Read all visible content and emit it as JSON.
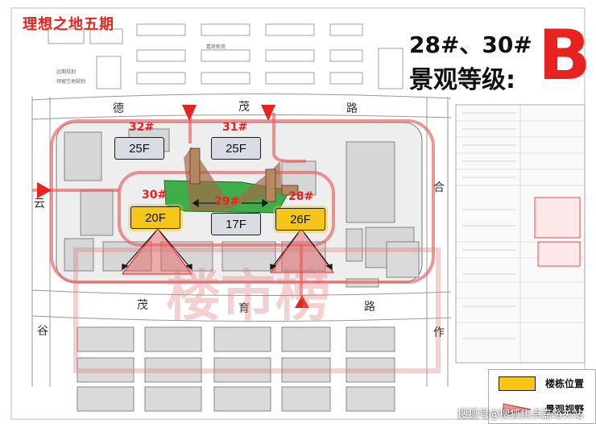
{
  "title": "理想之地五期",
  "heading": {
    "line1": "28#、30#",
    "line2": "景观等级:",
    "grade": "B"
  },
  "streets": {
    "north_top": "嘉荷新苑",
    "north_road": [
      "德",
      "茂",
      "路"
    ],
    "south_road": [
      "茂",
      "育",
      "路"
    ],
    "west_road": [
      "云",
      "谷"
    ],
    "east_road": [
      "合",
      "作"
    ]
  },
  "map_notes": [
    "远期规划",
    "预留空地规划"
  ],
  "buildings": [
    {
      "number": "32#",
      "floors": "25F",
      "highlight": false
    },
    {
      "number": "31#",
      "floors": "25F",
      "highlight": false
    },
    {
      "number": "30#",
      "floors": "20F",
      "highlight": true
    },
    {
      "number": "29#",
      "floors": "17F",
      "highlight": false
    },
    {
      "number": "28#",
      "floors": "26F",
      "highlight": true
    }
  ],
  "legend": {
    "item1": "楼栋位置",
    "item2": "景观视野"
  },
  "watermark": {
    "text": "搜狐号@搜狐焦点嘉峪关站",
    "brand": "楼市榜"
  },
  "colors": {
    "accent_red": "#e8231f",
    "highlight_yellow": "#f5c518",
    "view_red": "#e85a5a",
    "green": "#3fae49"
  }
}
